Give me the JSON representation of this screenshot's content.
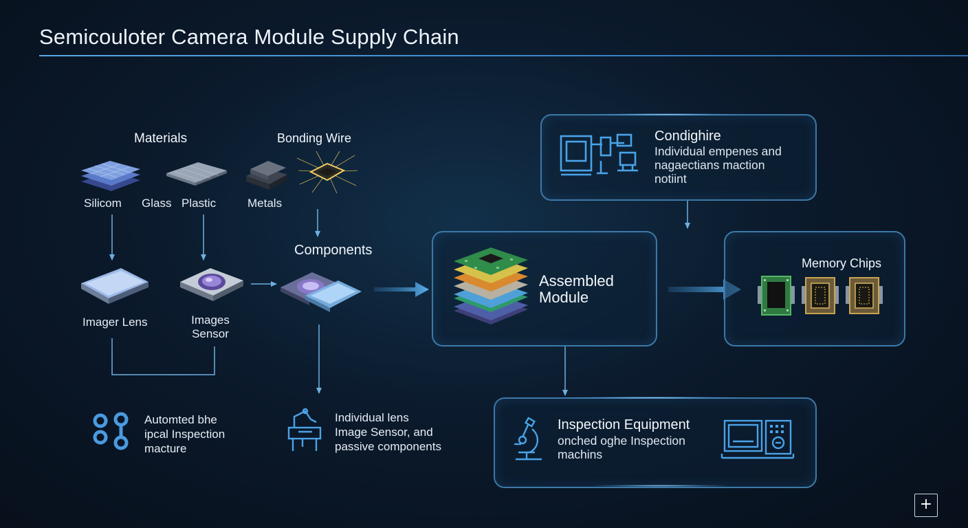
{
  "title": "Semicouloter Camera Module Supply Chain",
  "materials": {
    "heading": "Materials",
    "silicon": "Silicom",
    "glass": "Glass",
    "plastic": "Plastic",
    "metals": "Metals"
  },
  "bonding_wire": {
    "heading": "Bonding Wire"
  },
  "parts": {
    "imager_lens": "Imager Lens",
    "images_sensor_line1": "Images",
    "images_sensor_line2": "Sensor"
  },
  "components": {
    "heading": "Components"
  },
  "assembled": {
    "line1": "Assembled",
    "line2": "Module"
  },
  "condighire": {
    "title": "Condighire",
    "desc_lines": [
      "Individual empenes and",
      "nagaectians maction",
      "notiint"
    ]
  },
  "memory": {
    "title": "Memory Chips"
  },
  "inspection": {
    "title": "Inspection Equipment",
    "desc_lines": [
      "onched oghe Inspection",
      "machins"
    ]
  },
  "automated": {
    "lines": [
      "Automted bhe",
      "ipcal Inspection",
      "macture"
    ]
  },
  "individual": {
    "lines": [
      "Individual lens",
      "Image Sensor, and",
      "passive components"
    ]
  },
  "expand_symbol": "+",
  "colors": {
    "accent": "#4a9be0",
    "card_border": "#3c79a8",
    "connector": "#6fb0e0",
    "icon_line": "#4aa3e8"
  }
}
